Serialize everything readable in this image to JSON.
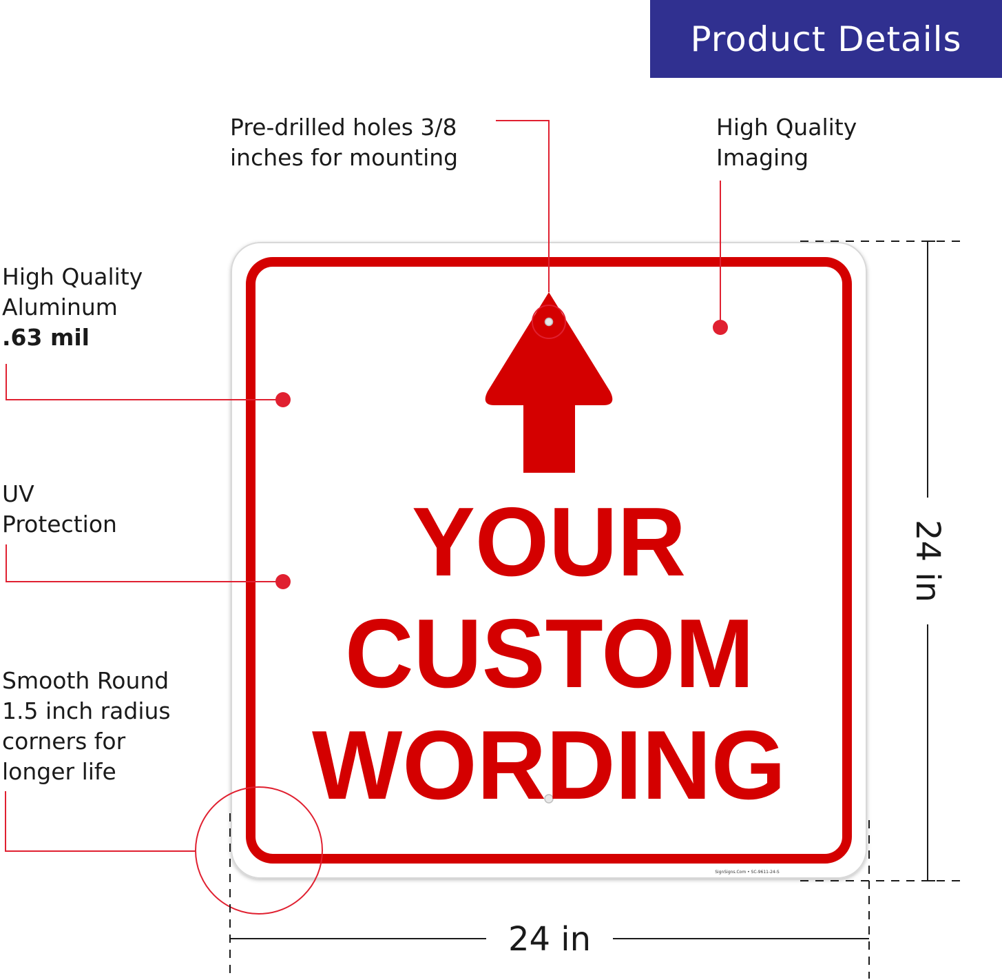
{
  "header": {
    "title": "Product Details"
  },
  "callouts": {
    "holes": {
      "line1": "Pre-drilled holes 3/8",
      "line2": "inches for mounting"
    },
    "imaging": {
      "line1": "High Quality",
      "line2": "Imaging"
    },
    "aluminum": {
      "line1": "High Quality",
      "line2": "Aluminum",
      "line3": ".63 mil"
    },
    "uv": {
      "line1": "UV",
      "line2": "Protection"
    },
    "corners": {
      "line1": "Smooth Round",
      "line2": "1.5 inch radius",
      "line3": "corners for",
      "line4": "longer life"
    }
  },
  "dimensions": {
    "width": "24 in",
    "height": "24 in"
  },
  "sign": {
    "lines": [
      "YOUR",
      "CUSTOM",
      "WORDING"
    ],
    "footer": "SignSigns.Com • SC-9611-24-S",
    "arrow_icon": "up-arrow-icon"
  },
  "colors": {
    "banner": "#303090",
    "sign_red": "#d40000",
    "callout_red": "#e02030"
  }
}
